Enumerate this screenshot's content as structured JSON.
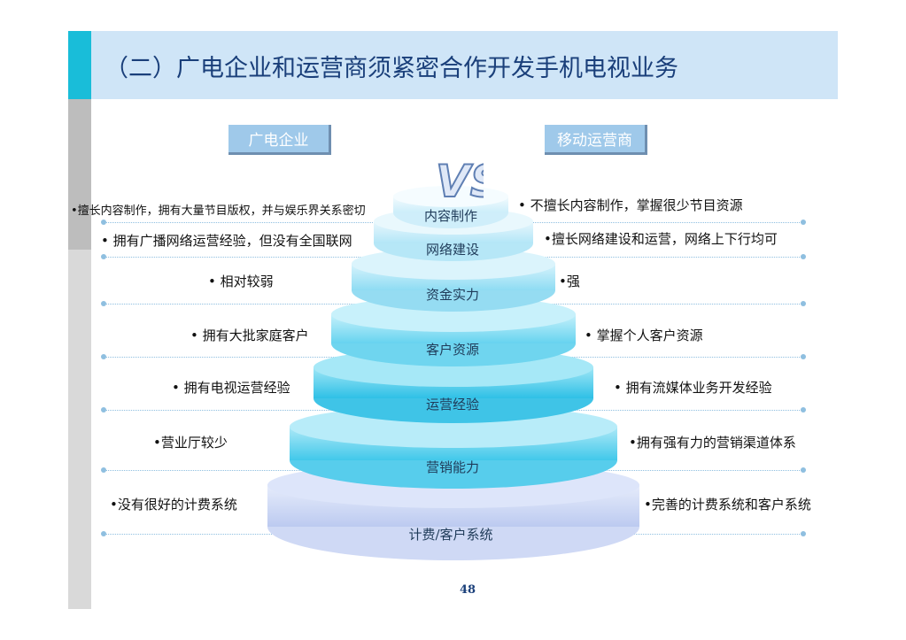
{
  "title": "（二）广电企业和运营商须紧密合作开发手机电视业务",
  "left_header": "广电企业",
  "right_header": "移动运营商",
  "vs_text": "VS",
  "rows": [
    {
      "tier": "内容制作",
      "left": "•擅长内容制作，拥有大量节目版权，并与娱乐界关系密切",
      "right": "• 不擅长内容制作，掌握很少节目资源"
    },
    {
      "tier": "网络建设",
      "left": "• 拥有广播网络运营经验，但没有全国联网",
      "right": "•擅长网络建设和运营，网络上下行均可"
    },
    {
      "tier": "资金实力",
      "left": "• 相对较弱",
      "right": "•强"
    },
    {
      "tier": "客户资源",
      "left": "• 拥有大批家庭客户",
      "right": "• 掌握个人客户资源"
    },
    {
      "tier": "运营经验",
      "left": "• 拥有电视运营经验",
      "right": "• 拥有流媒体业务开发经验"
    },
    {
      "tier": "营销能力",
      "left": "•营业厅较少",
      "right": "•拥有强有力的营销渠道体系"
    },
    {
      "tier": "计费/客户系统",
      "left": "•没有很好的计费系统",
      "right": "•完善的计费系统和客户系统"
    }
  ],
  "page_number": "48",
  "colors": {
    "accent": "#19bdd9",
    "title_band": "#cfe5f7",
    "title_text": "#1a3f7a",
    "header_box": "#9fc9ea"
  }
}
